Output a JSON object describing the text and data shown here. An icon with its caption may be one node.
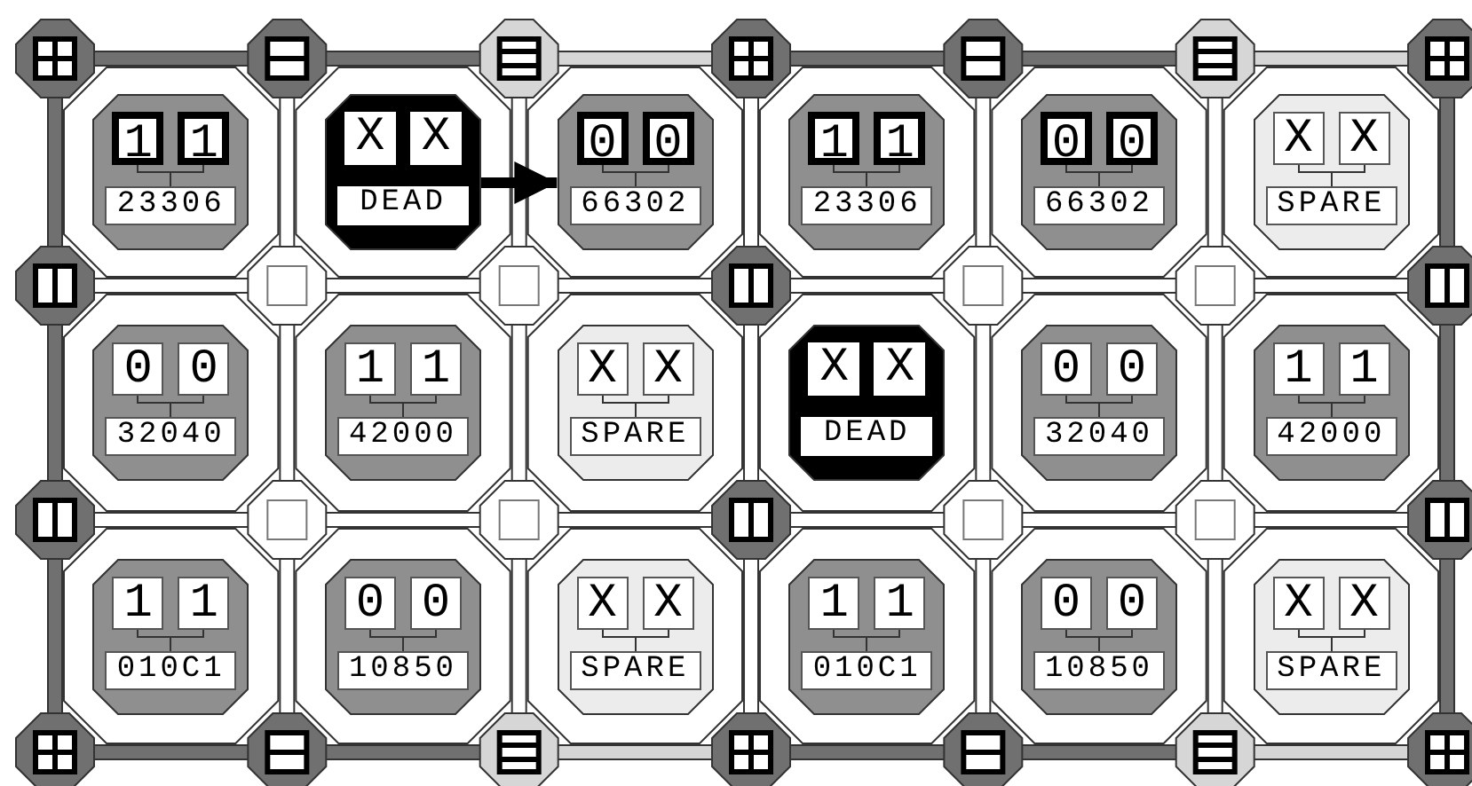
{
  "diagram": {
    "nodes": [
      {
        "text": [
          "1",
          "1",
          "23306"
        ]
      },
      {
        "text": [
          "X",
          "X",
          "DEAD"
        ]
      },
      {
        "text": [
          "0",
          "0",
          "66302"
        ]
      },
      {
        "text": [
          "1",
          "1",
          "23306"
        ]
      },
      {
        "text": [
          "0",
          "0",
          "66302"
        ]
      },
      {
        "text": [
          "X",
          "X",
          "SPARE"
        ]
      },
      {
        "text": [
          "0",
          "0",
          "32040"
        ]
      },
      {
        "text": [
          "1",
          "1",
          "42000"
        ]
      },
      {
        "text": [
          "X",
          "X",
          "SPARE"
        ]
      },
      {
        "text": [
          "X",
          "X",
          "DEAD"
        ]
      },
      {
        "text": [
          "0",
          "0",
          "32040"
        ]
      },
      {
        "text": [
          "1",
          "1",
          "42000"
        ]
      },
      {
        "text": [
          "1",
          "1",
          "010C1"
        ]
      },
      {
        "text": [
          "0",
          "0",
          "10850"
        ]
      },
      {
        "text": [
          "X",
          "X",
          "SPARE"
        ]
      },
      {
        "text": [
          "1",
          "1",
          "010C1"
        ]
      },
      {
        "text": [
          "0",
          "0",
          "10850"
        ]
      },
      {
        "text": [
          "X",
          "X",
          "SPARE"
        ]
      }
    ],
    "edges": [
      {
        "from": 1,
        "to": 2,
        "arrow": "to"
      }
    ]
  }
}
